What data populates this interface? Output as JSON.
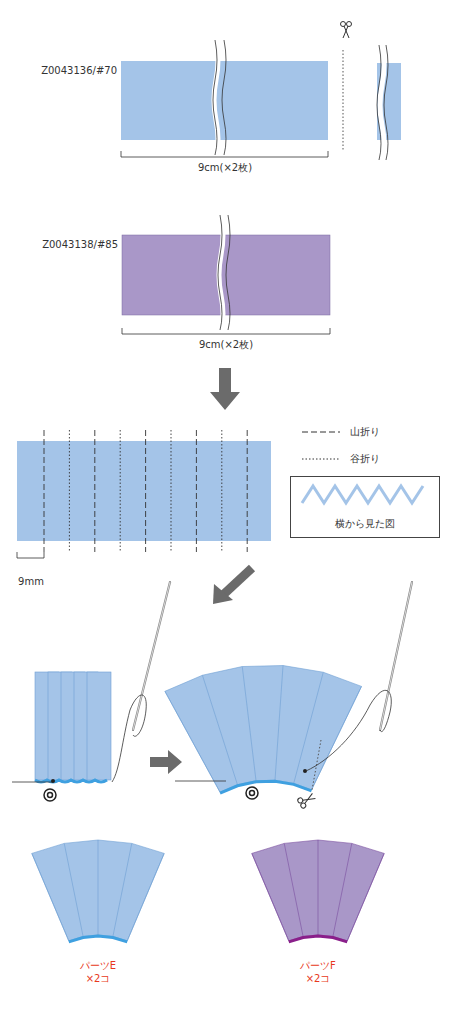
{
  "diagram": {
    "nodes": [
      {
        "text": [
          "横から見た図"
        ]
      }
    ],
    "labels": [
      "Z0043136/#70",
      "9cm(×2枚)",
      "Z0043138/#85",
      "9cm(×2枚)",
      "9mm",
      "パーツE ×2コ",
      "パーツF ×2コ"
    ],
    "legend": [
      {
        "text": "山折り"
      },
      {
        "text": "谷折り"
      }
    ]
  }
}
